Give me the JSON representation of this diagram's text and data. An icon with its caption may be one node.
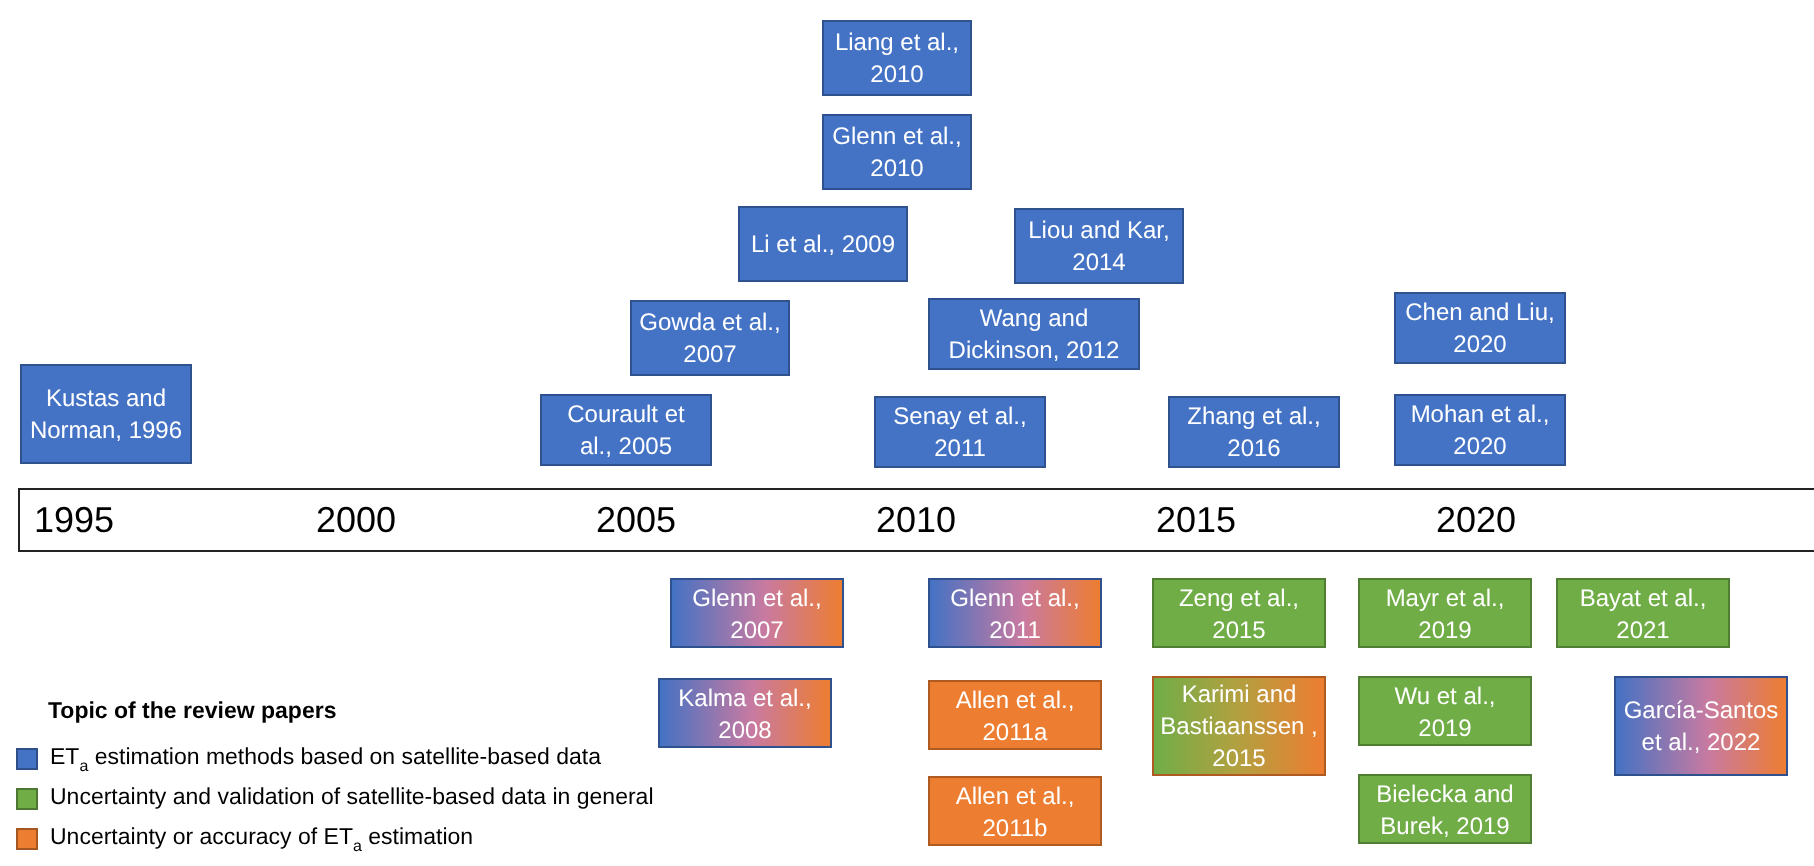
{
  "diagram": {
    "nodes": [
      {
        "text": [
          "Liang et al., 2010"
        ]
      },
      {
        "text": [
          "Glenn et al., 2010"
        ]
      },
      {
        "text": [
          "Li et al., 2009"
        ]
      },
      {
        "text": [
          "Liou and Kar, 2014"
        ]
      },
      {
        "text": [
          "Gowda et al., 2007"
        ]
      },
      {
        "text": [
          "Wang and Dickinson, 2012"
        ]
      },
      {
        "text": [
          "Chen and Liu, 2020"
        ]
      },
      {
        "text": [
          "Kustas and Norman, 1996"
        ]
      },
      {
        "text": [
          "Courault et al., 2005"
        ]
      },
      {
        "text": [
          "Senay et al., 2011"
        ]
      },
      {
        "text": [
          "Zhang et al., 2016"
        ]
      },
      {
        "text": [
          "Mohan et al., 2020"
        ]
      },
      {
        "text": [
          "Glenn et al., 2007"
        ]
      },
      {
        "text": [
          "Glenn et al., 2011"
        ]
      },
      {
        "text": [
          "Zeng et al., 2015"
        ]
      },
      {
        "text": [
          "Mayr et al., 2019"
        ]
      },
      {
        "text": [
          "Bayat et al., 2021"
        ]
      },
      {
        "text": [
          "Kalma et al., 2008"
        ]
      },
      {
        "text": [
          "Allen et al., 2011a"
        ]
      },
      {
        "text": [
          "Karimi and Bastiaanssen , 2015"
        ]
      },
      {
        "text": [
          "Wu et al., 2019"
        ]
      },
      {
        "text": [
          "García-Santos et al., 2022"
        ]
      },
      {
        "text": [
          "Bielecka and Burek, 2019"
        ]
      },
      {
        "text": [
          "Allen et al., 2011b"
        ]
      }
    ],
    "labels": [
      "1995",
      "2000",
      "2005",
      "2010",
      "2015",
      "2020",
      "Topic of the review papers"
    ],
    "legend": [
      {
        "text": "ET$_{a}$ estimation methods based on satellite-based data",
        "color": "#4472c4"
      },
      {
        "text": "Uncertainty and validation of satellite-based data in general",
        "color": "#70ad47"
      },
      {
        "text": "Uncertainty or accuracy of ET$_{a}$ estimation",
        "color": "#ed7d31"
      }
    ]
  }
}
